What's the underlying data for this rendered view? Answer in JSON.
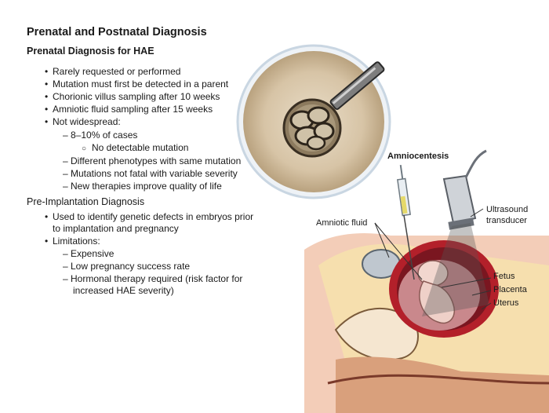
{
  "heading": "Prenatal and Postnatal Diagnosis",
  "prenatal": {
    "title": "Prenatal Diagnosis for HAE",
    "items": [
      "Rarely requested or performed",
      "Mutation must first be detected in a parent",
      "Chorionic villus sampling after 10 weeks",
      "Amniotic fluid sampling after 15 weeks",
      "Not widespread:"
    ],
    "sub_items": [
      "– 8–10% of cases",
      "No detectable mutation",
      "– Different phenotypes with same mutation",
      "– Mutations not fatal with variable severity",
      "– New therapies improve quality of life"
    ]
  },
  "preimplantation": {
    "title": "Pre-Implantation Diagnosis",
    "items": [
      "Used to identify genetic defects in embryos prior",
      "to implantation and pregnancy",
      "Limitations:"
    ],
    "limitations": [
      "– Expensive",
      "– Low pregnancy success rate",
      "– Hormonal therapy required (risk factor for",
      "increased HAE severity)"
    ]
  },
  "diagram": {
    "title": "Amniocentesis",
    "labels": {
      "amniotic_fluid": "Amniotic fluid",
      "ultrasound_1": "Ultrasound",
      "ultrasound_2": "transducer",
      "fetus": "Fetus",
      "placenta": "Placenta",
      "uterus": "Uterus"
    }
  }
}
